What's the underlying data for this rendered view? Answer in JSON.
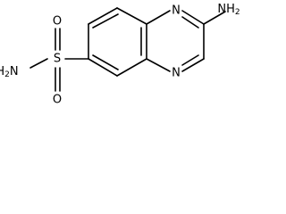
{
  "molecule": {
    "atoms": {
      "ring_n_top": "N",
      "ring_n_bottom": "N",
      "amino_group": "NH",
      "amino_subscript": "2",
      "sulfonamide_amine": "H",
      "sulfonamide_amine_subscript": "2",
      "sulfonamide_amine_n": "N",
      "sulfur": "S",
      "oxygen_top": "O",
      "oxygen_bottom": "O"
    }
  }
}
